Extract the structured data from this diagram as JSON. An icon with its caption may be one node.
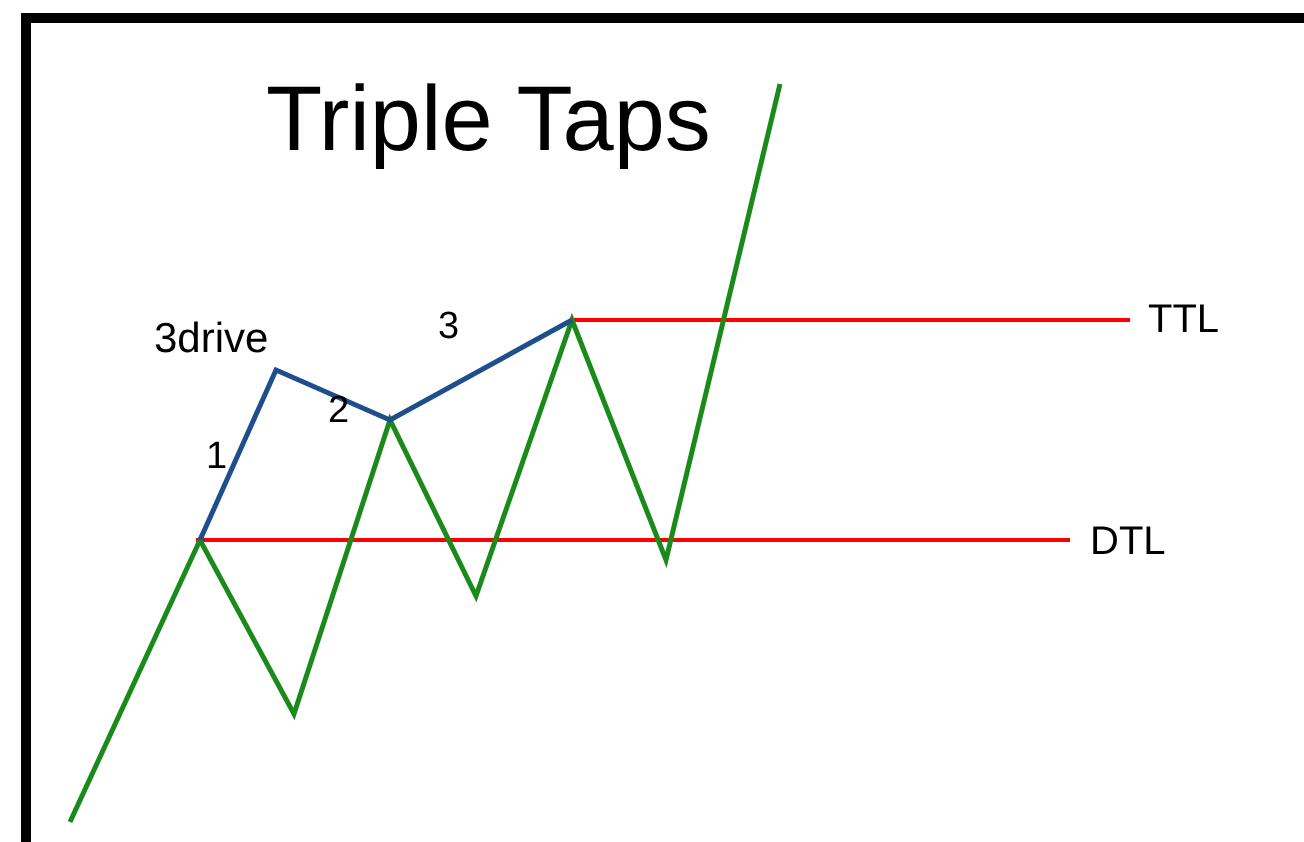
{
  "diagram": {
    "title": "Triple Taps",
    "labels": [
      "3drive",
      "3",
      "2",
      "1",
      "TTL",
      "DTL"
    ]
  }
}
